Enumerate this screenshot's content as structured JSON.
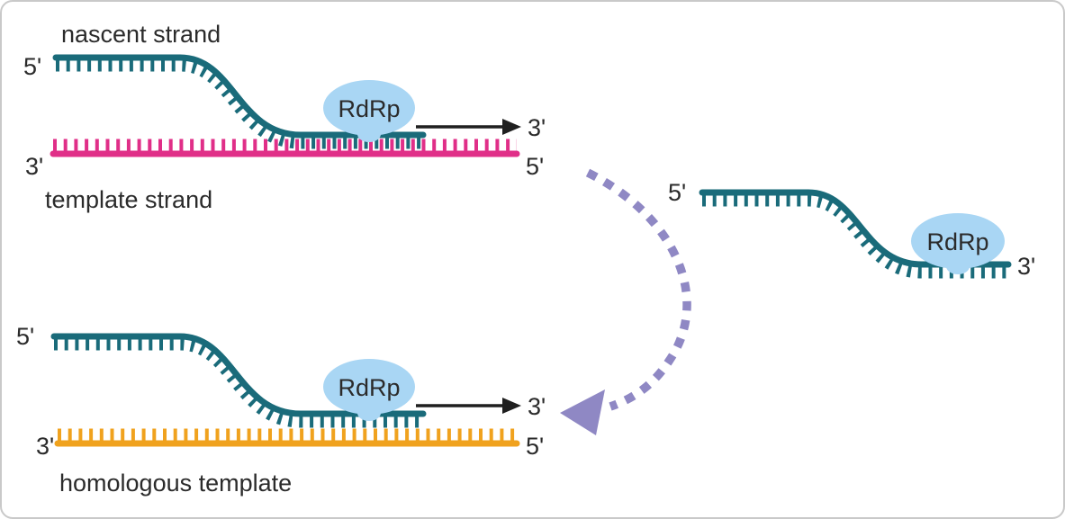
{
  "figure": {
    "background": "#ffffff",
    "border_color": "#c9c9c9"
  },
  "colors": {
    "nascent_strand": "#1a6b7a",
    "template_strand": "#e02f88",
    "homologous_template": "#f0a21e",
    "rdrp_body": "#a9d6f4",
    "switch_arrow": "#8f88c4",
    "synthesis_arrow": "#1f1f1f",
    "label_text": "#2b2b2b"
  },
  "top_complex": {
    "nascent_strand_label": "nascent strand",
    "template_strand_label": "template strand",
    "nascent_five_prime": "5'",
    "template_three_prime": "3'",
    "template_five_prime": "5'",
    "growth_three_prime": "3'",
    "enzyme_label": "RdRp"
  },
  "detached_complex": {
    "five_prime": "5'",
    "three_prime": "3'",
    "enzyme_label": "RdRp"
  },
  "switched_complex": {
    "template_label": "homologous template",
    "nascent_five_prime": "5'",
    "template_three_prime": "3'",
    "template_five_prime": "5'",
    "growth_three_prime": "3'",
    "enzyme_label": "RdRp"
  }
}
